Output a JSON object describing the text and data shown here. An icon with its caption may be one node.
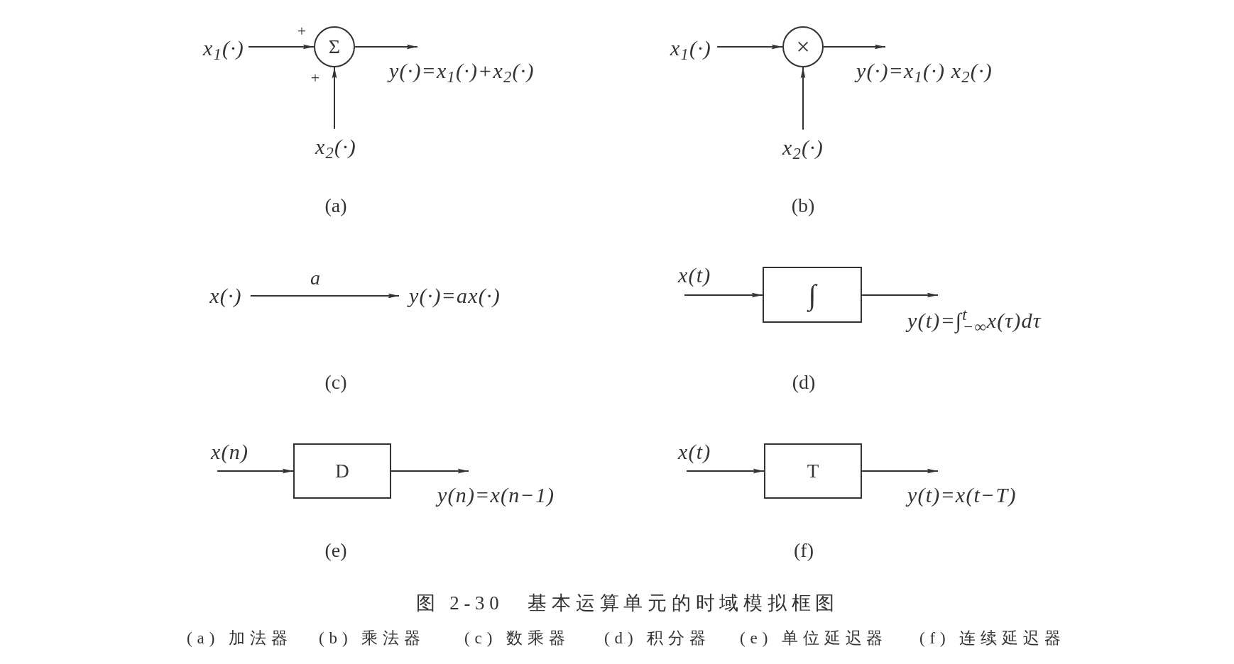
{
  "diagram": {
    "caption": "图 2-30　基本运算单元的时域模拟框图",
    "nodes": [
      {
        "text": [
          "x$_{1}$(·)"
        ]
      },
      {
        "text": [
          "Σ"
        ]
      },
      {
        "text": [
          "y(·)=x$_{1}$(·)+x$_{2}$(·)"
        ]
      },
      {
        "text": [
          "x$_{2}$(·)"
        ]
      },
      {
        "text": [
          "x$_{1}$(·)"
        ]
      },
      {
        "text": [
          "×"
        ]
      },
      {
        "text": [
          "y(·)=x$_{1}$(·) x$_{2}$(·)"
        ]
      },
      {
        "text": [
          "x$_{2}$(·)"
        ]
      },
      {
        "text": [
          "x(·)"
        ]
      },
      {
        "text": [
          "y(·)=ax(·)"
        ]
      },
      {
        "text": [
          "x(t)"
        ]
      },
      {
        "text": [
          "∫"
        ]
      },
      {
        "text": [
          "y(t)=∫$^{t}$$_{−∞}$x(τ)dτ"
        ]
      },
      {
        "text": [
          "x(n)"
        ]
      },
      {
        "text": [
          "D"
        ]
      },
      {
        "text": [
          "y(n)=x(n−1)"
        ]
      },
      {
        "text": [
          "x(t)"
        ]
      },
      {
        "text": [
          "T"
        ]
      },
      {
        "text": [
          "y(t)=x(t−T)"
        ]
      }
    ],
    "edges": [
      {
        "from": 0,
        "to": 1,
        "arrow": "to"
      },
      {
        "from": 3,
        "to": 1,
        "arrow": "to"
      },
      {
        "from": 1,
        "to": 2,
        "arrow": "to"
      },
      {
        "from": 4,
        "to": 5,
        "arrow": "to"
      },
      {
        "from": 7,
        "to": 5,
        "arrow": "to"
      },
      {
        "from": 5,
        "to": 6,
        "arrow": "to"
      },
      {
        "from": 8,
        "to": 9,
        "label": "a",
        "arrow": "to"
      },
      {
        "from": 10,
        "to": 11,
        "arrow": "to"
      },
      {
        "from": 11,
        "to": 12,
        "arrow": "to"
      },
      {
        "from": 13,
        "to": 14,
        "arrow": "to"
      },
      {
        "from": 14,
        "to": 15,
        "arrow": "to"
      },
      {
        "from": 16,
        "to": 17,
        "arrow": "to"
      },
      {
        "from": 17,
        "to": 18,
        "arrow": "to"
      }
    ],
    "labels": [
      "+",
      "+",
      "(a)",
      "(b)",
      "(c)",
      "(d)",
      "(e)",
      "(f)",
      "(a) 加法器",
      "(b) 乘法器",
      "(c) 数乘器",
      "(d) 积分器",
      "(e) 单位延迟器",
      "(f) 连续延迟器"
    ]
  }
}
